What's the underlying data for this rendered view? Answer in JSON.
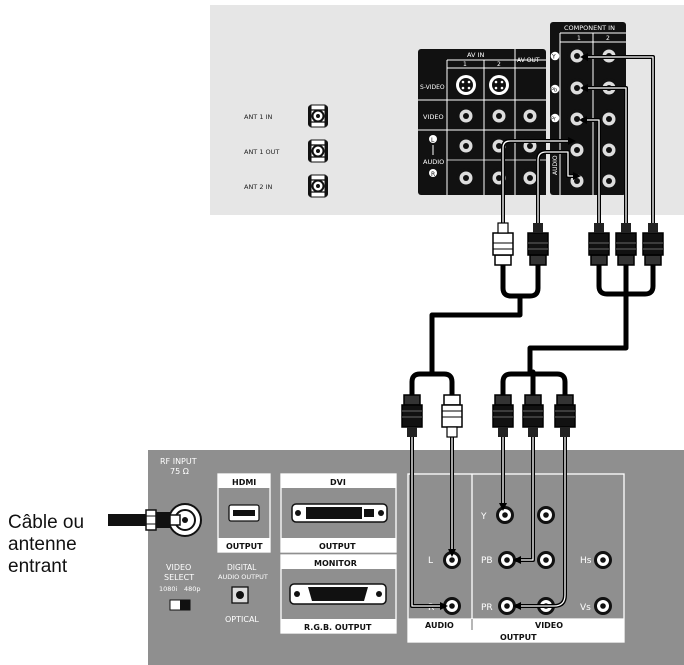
{
  "tv_panel": {
    "ant1_in": "ANT 1 IN",
    "ant1_out": "ANT 1 OUT",
    "ant2_in": "ANT 2 IN",
    "component_in": "COMPONENT IN",
    "comp_1": "1",
    "comp_2": "2",
    "av_in": "AV IN",
    "av_1": "1",
    "av_2": "2",
    "av_out": "AV OUT",
    "s_video": "S-VIDEO",
    "video": "VIDEO",
    "audio": "AUDIO",
    "left_letter": "L",
    "right_letter": "R",
    "y_letter": "Y",
    "pb_letter": "Pb",
    "pr_letter": "Pr"
  },
  "box_panel": {
    "rf_input": "RF INPUT",
    "rf_ohm": "75 Ω",
    "hdmi": "HDMI",
    "hdmi_output": "OUTPUT",
    "dvi": "DVI",
    "dvi_output": "OUTPUT",
    "monitor": "MONITOR",
    "rgb_output": "R.G.B. OUTPUT",
    "video_select_1": "VIDEO",
    "video_select_2": "SELECT",
    "res_1080i": "1080i",
    "res_480p": "480p",
    "digital_1": "DIGITAL",
    "digital_2": "AUDIO OUTPUT",
    "optical": "OPTICAL",
    "y": "Y",
    "l": "L",
    "r": "R",
    "pb": "PB",
    "pr": "PR",
    "hs": "Hs",
    "vs": "Vs",
    "audio": "AUDIO",
    "video": "VIDEO",
    "output": "OUTPUT"
  },
  "external_label": {
    "line1": "Câble ou",
    "line2": "antenne",
    "line3": "entrant"
  },
  "colors": {
    "tv_panel": "#e6e6e6",
    "box_panel": "#8f8f8f",
    "cable": "#000000"
  }
}
